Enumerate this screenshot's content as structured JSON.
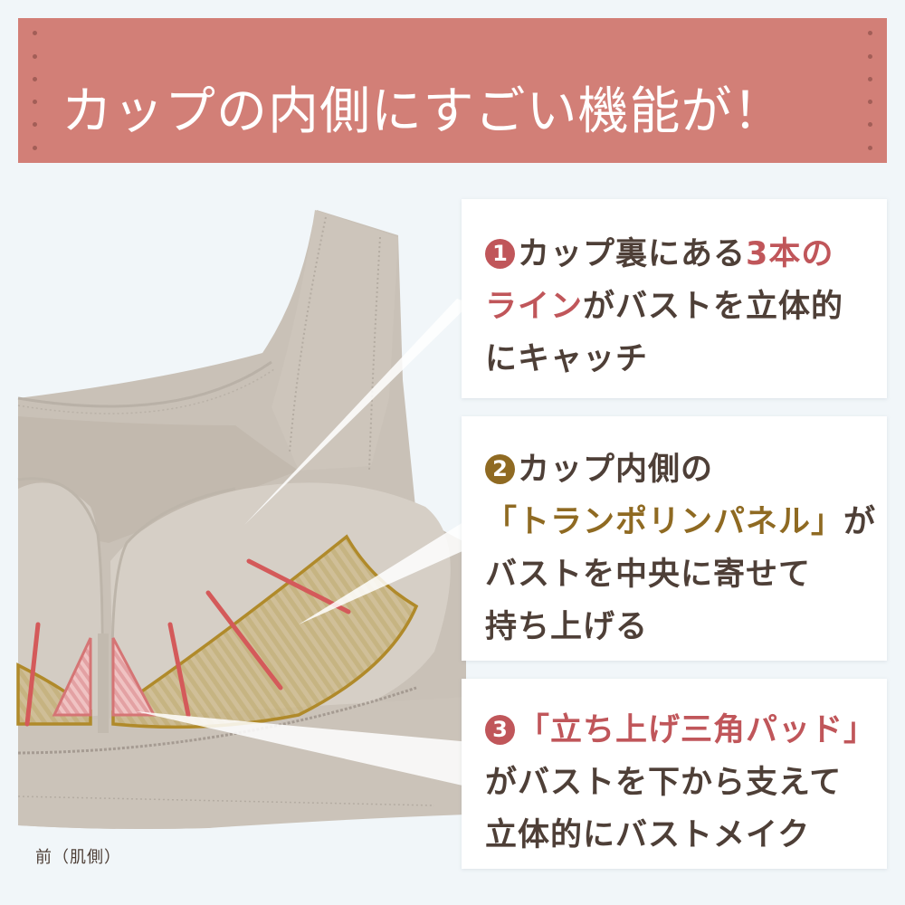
{
  "header": {
    "title": "カップの内側にすごい機能が！",
    "background_color": "#d27f77",
    "text_color": "#ffffff",
    "dot_color": "#a25e57"
  },
  "illustration": {
    "subject": "bra-inner-cup-front-view",
    "caption": "前（肌側）",
    "fabric_color": "#c9c1b7",
    "line_color": "#d45a5a",
    "panel_color": "#c9b07a",
    "panel_outline_color": "#b08a2a",
    "pad_color": "#e8a6a6"
  },
  "features": [
    {
      "number": "1",
      "badge_color": "#c0565a",
      "lines": [
        {
          "segments": [
            {
              "text": "カップ裏にある",
              "highlight": false
            },
            {
              "text": "3本の",
              "highlight": true
            }
          ]
        },
        {
          "segments": [
            {
              "text": "ライン",
              "highlight": true
            },
            {
              "text": "がバストを立体的",
              "highlight": false
            }
          ]
        },
        {
          "segments": [
            {
              "text": "にキャッチ",
              "highlight": false
            }
          ]
        }
      ]
    },
    {
      "number": "2",
      "badge_color": "#8f6a22",
      "lines": [
        {
          "segments": [
            {
              "text": "カップ内側の",
              "highlight": false
            }
          ]
        },
        {
          "segments": [
            {
              "text": "「トランポリンパネル」",
              "highlight": true
            },
            {
              "text": "が",
              "highlight": false
            }
          ]
        },
        {
          "segments": [
            {
              "text": "バストを中央に寄せて",
              "highlight": false
            }
          ]
        },
        {
          "segments": [
            {
              "text": "持ち上げる",
              "highlight": false
            }
          ]
        }
      ]
    },
    {
      "number": "3",
      "badge_color": "#c0565a",
      "lines": [
        {
          "segments": [
            {
              "text": "「立ち上げ三角パッド」",
              "highlight": true
            }
          ]
        },
        {
          "segments": [
            {
              "text": "がバストを下から支えて",
              "highlight": false
            }
          ]
        },
        {
          "segments": [
            {
              "text": "立体的にバストメイク",
              "highlight": false
            }
          ]
        }
      ]
    }
  ],
  "colors": {
    "page_background": "#f1f6f9",
    "card_background": "#ffffff",
    "body_text": "#4e3f37",
    "highlight_red": "#c0565a",
    "highlight_gold": "#8f6a22"
  }
}
